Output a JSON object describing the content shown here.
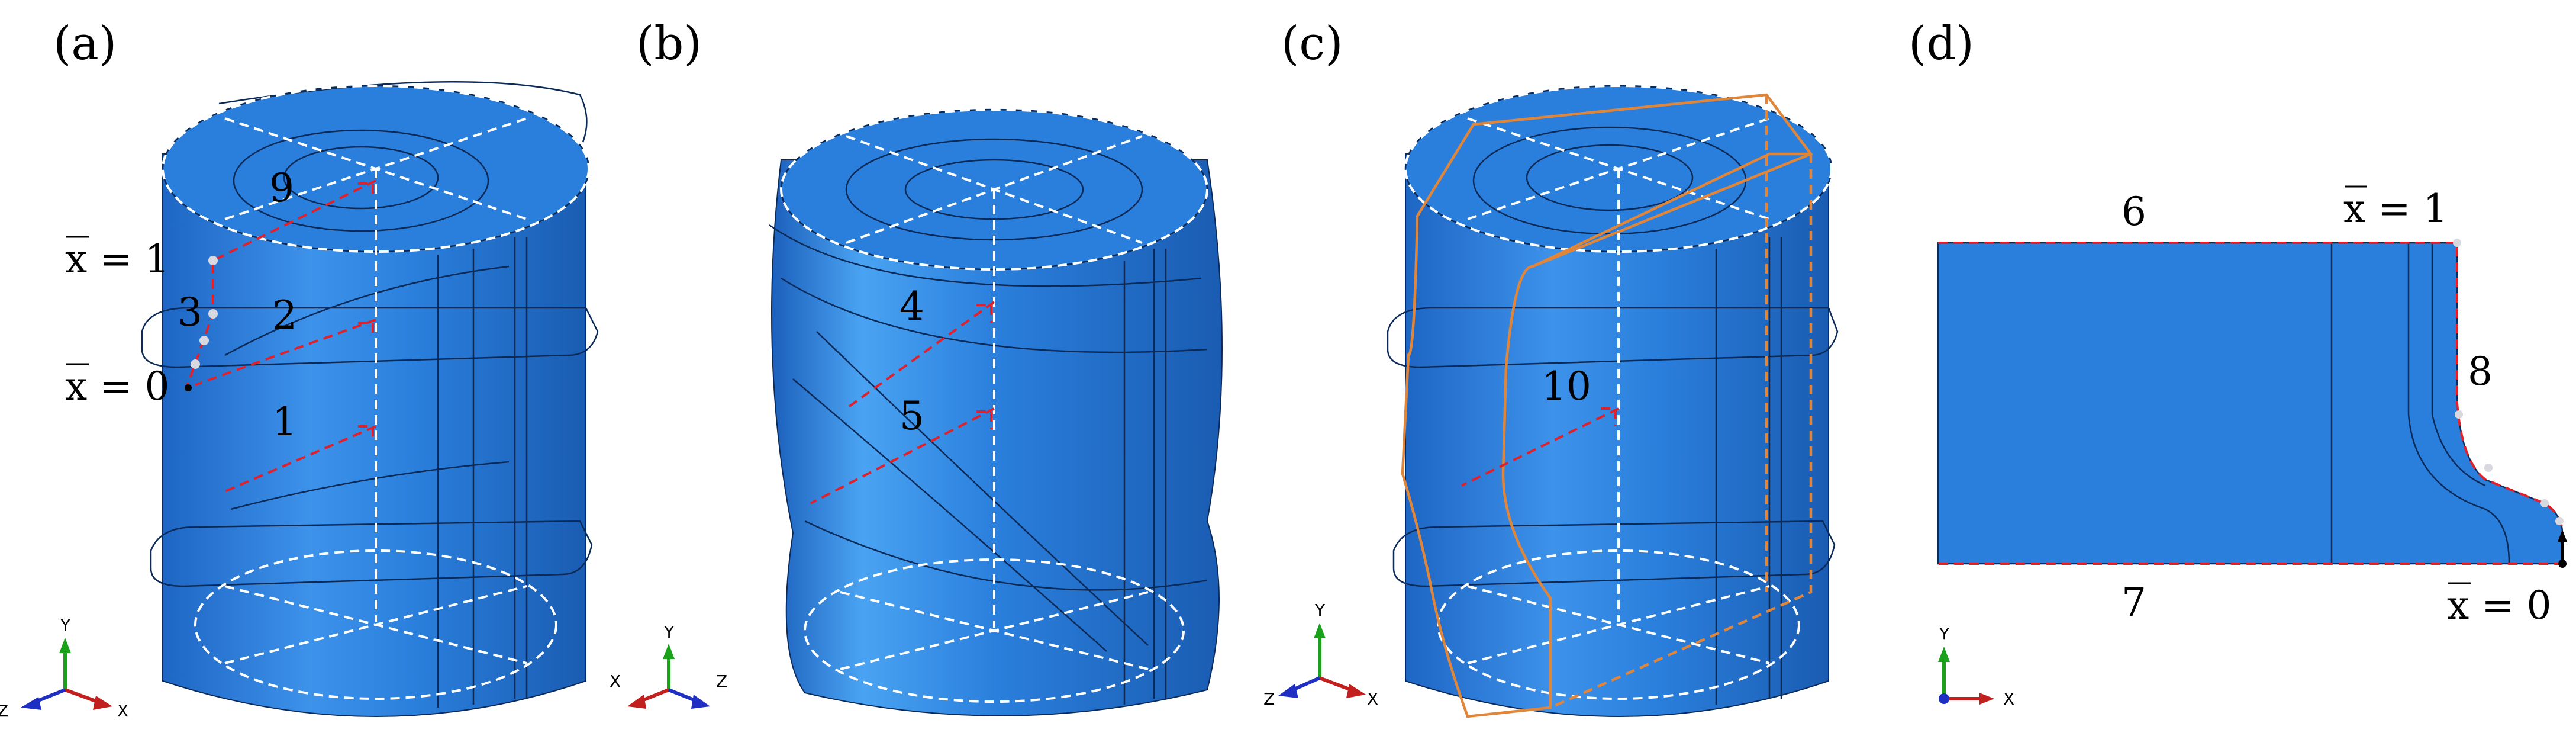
{
  "panels": [
    {
      "label": "(a)",
      "numbers": [
        "9",
        "3",
        "2",
        "1"
      ],
      "xbar_labels": [
        "x = 1",
        "x = 0"
      ],
      "triad": {
        "y": "Y",
        "left": "Z",
        "right": "X"
      }
    },
    {
      "label": "(b)",
      "numbers": [
        "4",
        "5"
      ],
      "triad": {
        "y": "Y",
        "left": "X",
        "right": "Z"
      }
    },
    {
      "label": "(c)",
      "numbers": [
        "10"
      ],
      "triad": {
        "y": "Y",
        "left": "Z",
        "right": "X"
      }
    },
    {
      "label": "(d)",
      "numbers": [
        "6",
        "8",
        "7"
      ],
      "xbar_labels": [
        "x = 1",
        "x = 0"
      ],
      "triad": {
        "y": "Y",
        "right": "X"
      }
    }
  ],
  "colors": {
    "body": "#2a7fdc",
    "body_dark": "#1f64b8",
    "edge": "#0b2a57",
    "dashed_white": "#ffffff",
    "dashed_red": "#e0202a",
    "orange": "#e0863a"
  }
}
